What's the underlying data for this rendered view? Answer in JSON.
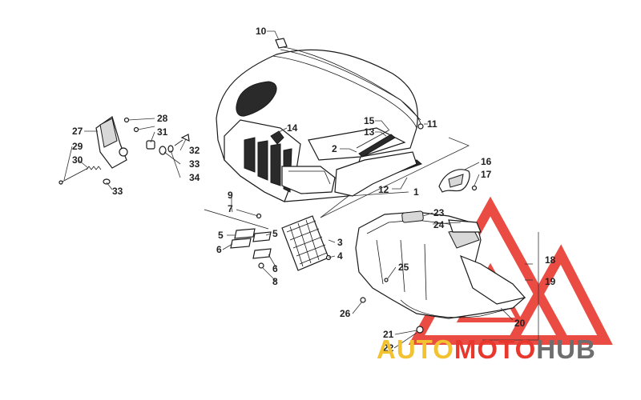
{
  "diagram": {
    "callouts": [
      {
        "id": "c1",
        "label": "1"
      },
      {
        "id": "c2",
        "label": "2"
      },
      {
        "id": "c3",
        "label": "3"
      },
      {
        "id": "c4",
        "label": "4"
      },
      {
        "id": "c5a",
        "label": "5"
      },
      {
        "id": "c5b",
        "label": "5"
      },
      {
        "id": "c6a",
        "label": "6"
      },
      {
        "id": "c6b",
        "label": "6"
      },
      {
        "id": "c7",
        "label": "7"
      },
      {
        "id": "c8",
        "label": "8"
      },
      {
        "id": "c9",
        "label": "9"
      },
      {
        "id": "c10",
        "label": "10"
      },
      {
        "id": "c11",
        "label": "11"
      },
      {
        "id": "c12",
        "label": "12"
      },
      {
        "id": "c13",
        "label": "13"
      },
      {
        "id": "c14",
        "label": "14"
      },
      {
        "id": "c15",
        "label": "15"
      },
      {
        "id": "c16",
        "label": "16"
      },
      {
        "id": "c17",
        "label": "17"
      },
      {
        "id": "c18",
        "label": "18"
      },
      {
        "id": "c19",
        "label": "19"
      },
      {
        "id": "c20",
        "label": "20"
      },
      {
        "id": "c21",
        "label": "21"
      },
      {
        "id": "c22",
        "label": "22"
      },
      {
        "id": "c23",
        "label": "23"
      },
      {
        "id": "c24",
        "label": "24"
      },
      {
        "id": "c25",
        "label": "25"
      },
      {
        "id": "c26",
        "label": "26"
      },
      {
        "id": "c27",
        "label": "27"
      },
      {
        "id": "c28",
        "label": "28"
      },
      {
        "id": "c29",
        "label": "29"
      },
      {
        "id": "c30",
        "label": "30"
      },
      {
        "id": "c31",
        "label": "31"
      },
      {
        "id": "c32",
        "label": "32"
      },
      {
        "id": "c33a",
        "label": "33"
      },
      {
        "id": "c33b",
        "label": "33"
      },
      {
        "id": "c34",
        "label": "34"
      }
    ]
  },
  "watermark": {
    "part1": "AUTO",
    "part2": "MOTO",
    "part3": "HUB",
    "colors": {
      "auto": "#f2c230",
      "moto": "#e8382e",
      "hub": "#6e6e6e",
      "triangle": "#e8382e"
    }
  }
}
